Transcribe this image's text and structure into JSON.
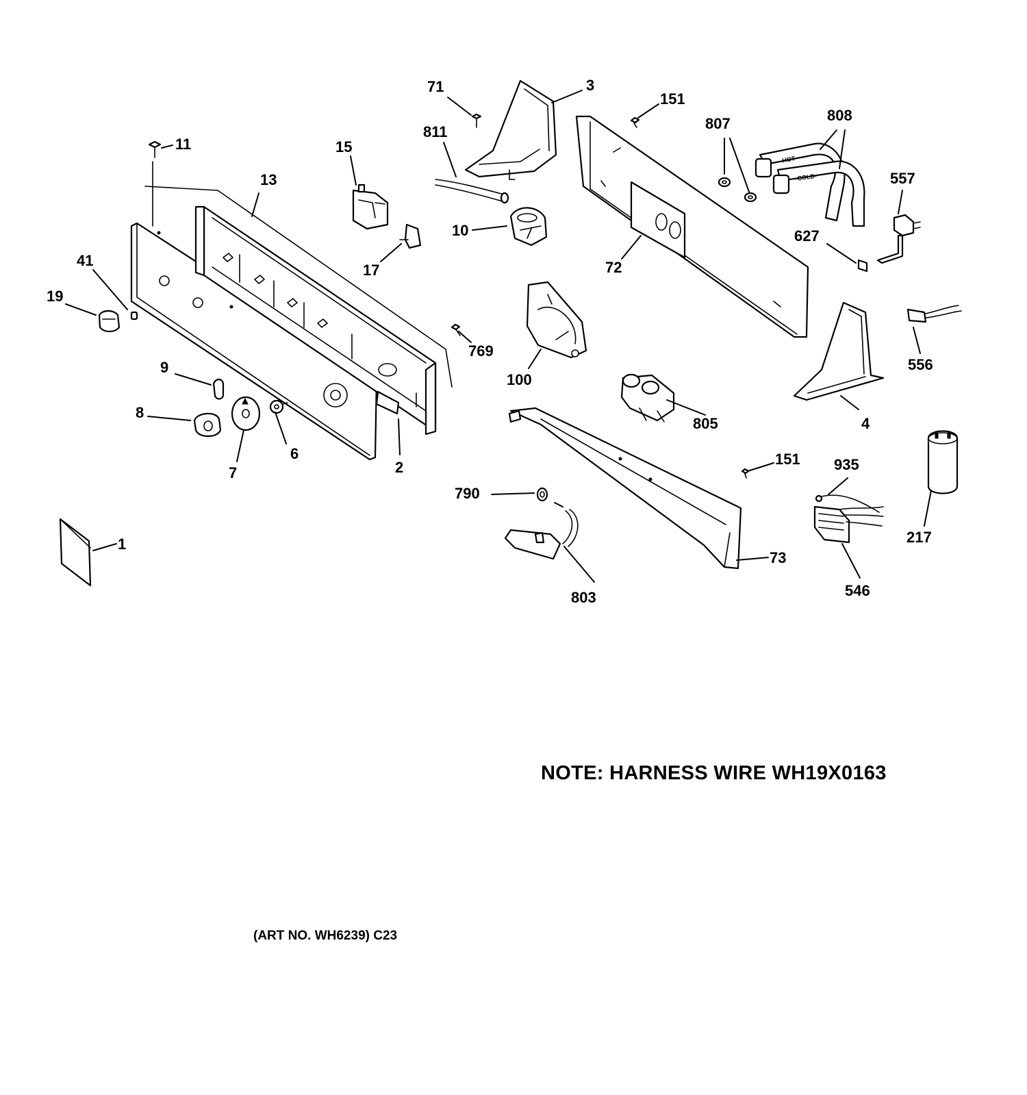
{
  "callouts": {
    "p1": "1",
    "p2": "2",
    "p3": "3",
    "p4": "4",
    "p6": "6",
    "p7": "7",
    "p8": "8",
    "p9": "9",
    "p10": "10",
    "p11": "11",
    "p13": "13",
    "p15": "15",
    "p17": "17",
    "p19": "19",
    "p41": "41",
    "p71": "71",
    "p72": "72",
    "p73": "73",
    "p100": "100",
    "p151a": "151",
    "p151b": "151",
    "p217": "217",
    "p546": "546",
    "p556": "556",
    "p557": "557",
    "p627": "627",
    "p769": "769",
    "p790": "790",
    "p803": "803",
    "p805": "805",
    "p807": "807",
    "p808": "808",
    "p811": "811",
    "p935": "935"
  },
  "hose_labels": {
    "hot": "-HOT-",
    "cold": "-COLD-"
  },
  "note": "NOTE: HARNESS WIRE WH19X0163",
  "art_number": "(ART NO. WH6239) C23"
}
